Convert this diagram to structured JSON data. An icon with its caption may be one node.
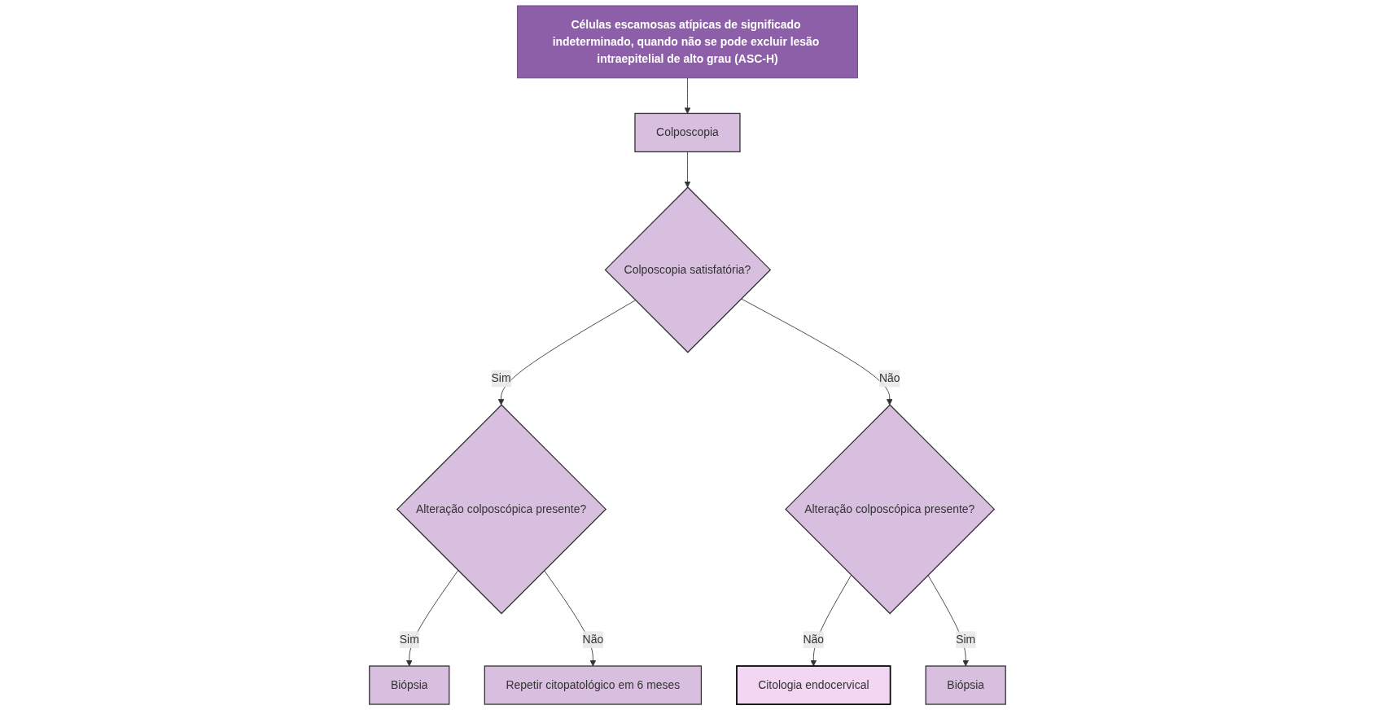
{
  "diagram": {
    "nodes": [
      {
        "text": [
          "Células escamosas atípicas de significado indeterminado, quando não se pode excluir lesão intraepitelial de alto grau (ASC-H)"
        ]
      },
      {
        "text": [
          "Colposcopia"
        ]
      },
      {
        "text": [
          "Colposcopia satisfatória?"
        ]
      },
      {
        "text": [
          "Alteração colposcópica presente?"
        ]
      },
      {
        "text": [
          "Alteração colposcópica presente?"
        ]
      },
      {
        "text": [
          "Biópsia"
        ]
      },
      {
        "text": [
          "Repetir citopatológico em 6 meses"
        ]
      },
      {
        "text": [
          "Citologia endocervical"
        ]
      },
      {
        "text": [
          "Biópsia"
        ]
      }
    ],
    "edges": [
      {
        "from": 0,
        "to": 1,
        "arrow": "to"
      },
      {
        "from": 1,
        "to": 2,
        "arrow": "to"
      },
      {
        "from": 2,
        "to": 3,
        "label": "Sim",
        "arrow": "to"
      },
      {
        "from": 2,
        "to": 4,
        "label": "Não",
        "arrow": "to"
      },
      {
        "from": 3,
        "to": 5,
        "label": "Sim",
        "arrow": "to"
      },
      {
        "from": 3,
        "to": 6,
        "label": "Não",
        "arrow": "to"
      },
      {
        "from": 4,
        "to": 7,
        "label": "Não",
        "arrow": "to"
      },
      {
        "from": 4,
        "to": 8,
        "label": "Sim",
        "arrow": "to"
      }
    ]
  }
}
